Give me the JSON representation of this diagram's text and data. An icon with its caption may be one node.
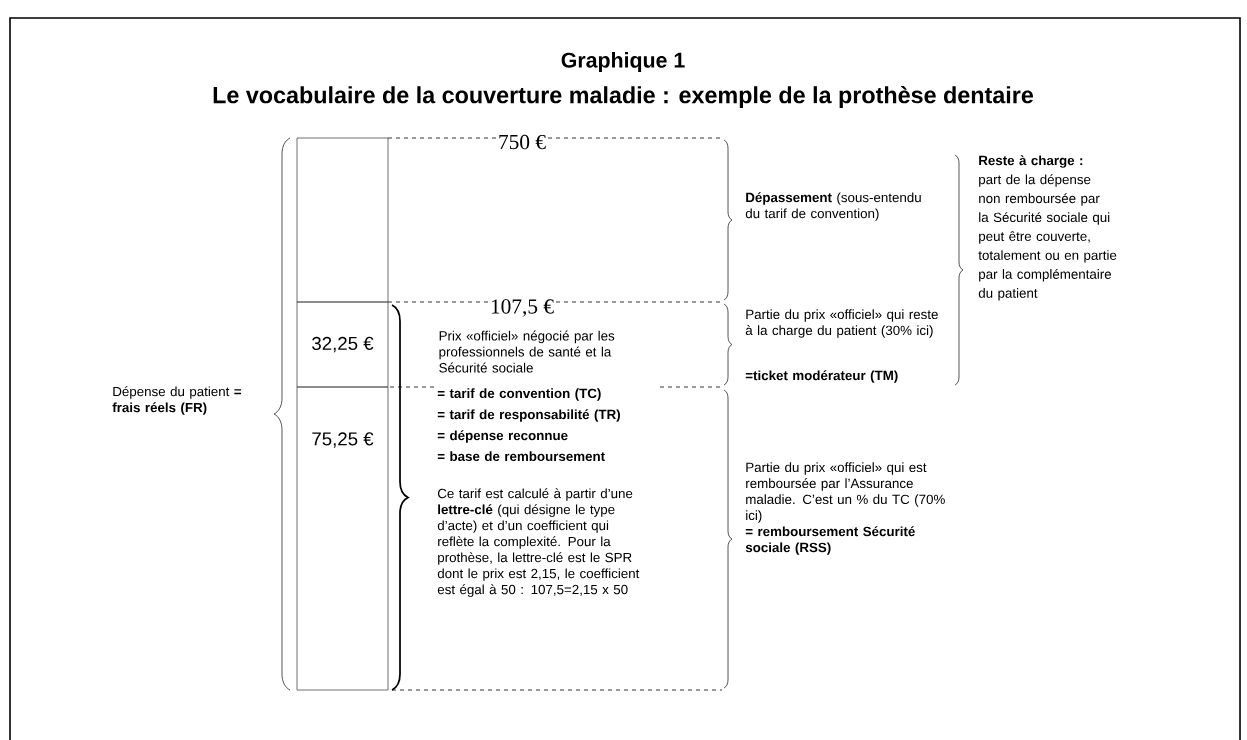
{
  "diagram": {
    "title": "Graphique 1",
    "nodes": [
      {
        "text": [],
        "shape": "box"
      },
      {
        "text": [
          "32,25 €"
        ]
      },
      {
        "text": [
          "75,25 €"
        ]
      }
    ],
    "labels": [
      "Le vocabulaire de la couverture maladie : exemple de la prothèse dentaire",
      "750 €",
      "107,5 €",
      "Dépense du patient **= frais réels (FR)**",
      "Prix «officiel» négocié par les professionnels de santé et la Sécurité sociale",
      "= tarif de convention (TC)",
      "= tarif de responsabilité (TR)",
      "= dépense reconnue",
      "= base de remboursement",
      "Ce tarif est calculé à partir d’une **lettre-clé** (qui désigne le type d’acte) et d’un coefficient qui reflète la complexité. Pour la prothèse, la lettre-clé est le SPR dont le prix est 2,15, le coefficient est égal à 50 : 107,5=2,15 x 50",
      "**Dépassement** (sous-entendu du tarif de convention)",
      "Partie du prix «officiel» qui reste à la charge du patient (30% ici)",
      "=ticket modérateur (TM)",
      "Partie du prix «officiel» qui est remboursée par l’Assurance maladie. C’est un % du TC (70% ici)",
      "= remboursement Sécurité sociale (RSS)",
      "Reste à charge   :",
      "part de la dépense non remboursée par la Sécurité sociale qui peut être couverte, totalement ou en partie par la complémentaire du patient"
    ]
  }
}
